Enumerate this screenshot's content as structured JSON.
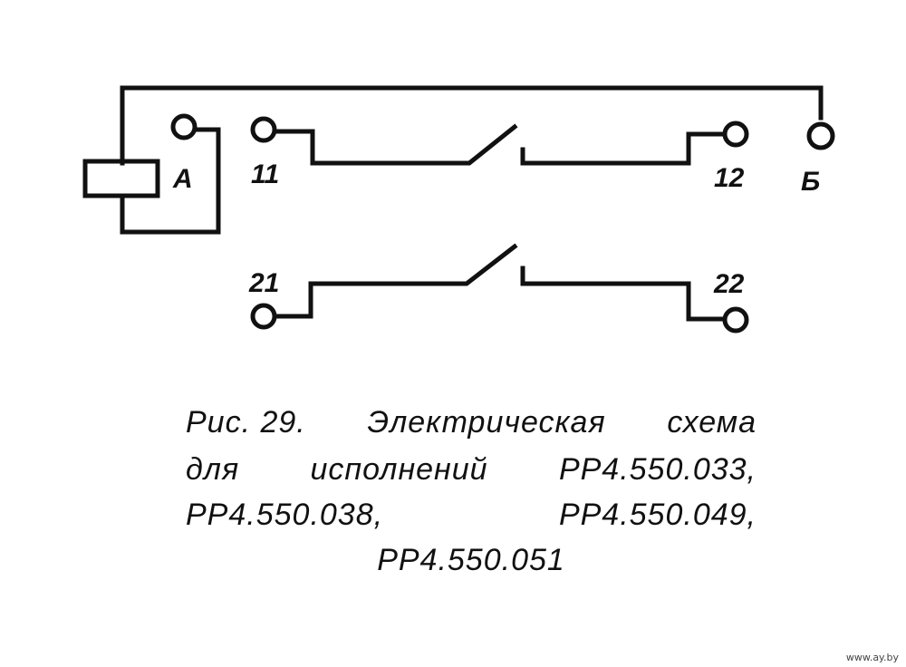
{
  "labels": {
    "coil": "А",
    "t11": "11",
    "t12": "12",
    "t21": "21",
    "t22": "22",
    "tB": "Б"
  },
  "caption": {
    "line1": [
      "Рис. 29.",
      "Электрическая",
      "схема"
    ],
    "line2": [
      "для",
      "исполнений",
      "РР4.550.033,"
    ],
    "line3": [
      "РР4.550.038,",
      "РР4.550.049,"
    ],
    "line4": [
      "РР4.550.051"
    ]
  },
  "watermark": "www.ay.by"
}
